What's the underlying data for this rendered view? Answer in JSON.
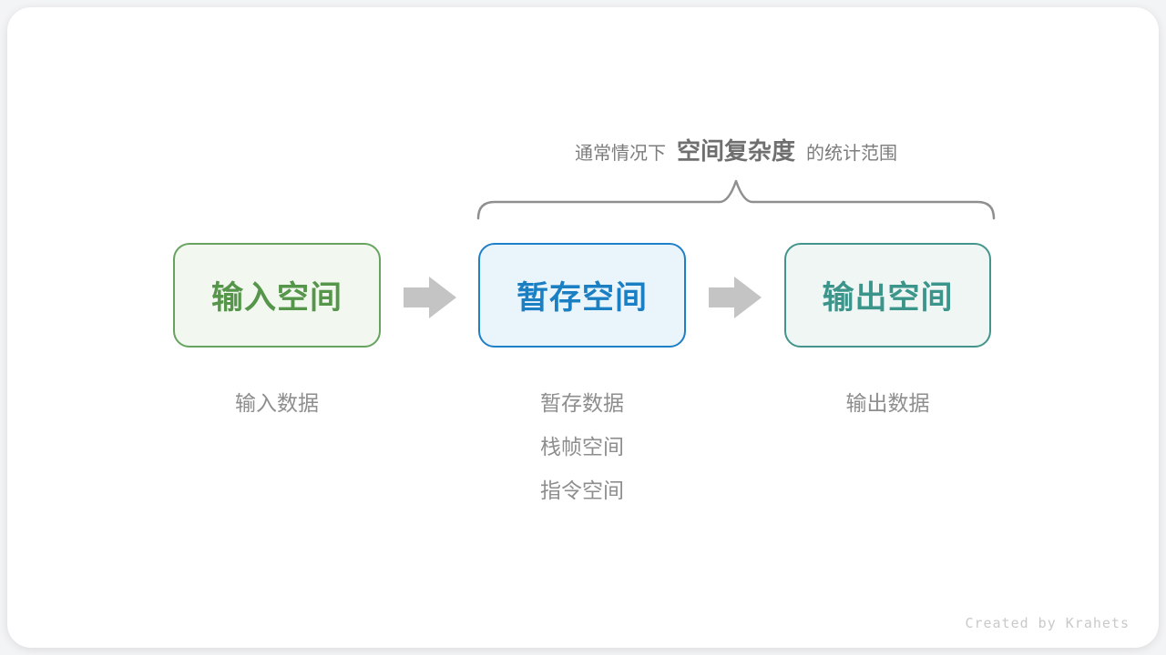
{
  "page": {
    "background_color": "#f3f4f5",
    "card_color": "#ffffff"
  },
  "caption": {
    "prefix": "通常情况下",
    "highlight": "空间复杂度",
    "suffix": "的统计范围",
    "text_color": "#7c7c7c",
    "highlight_color": "#6f6f6f"
  },
  "brace": {
    "color": "#8f8f8f",
    "spans_boxes": [
      "暂存空间",
      "输出空间"
    ]
  },
  "flow": {
    "arrow_color": "#c4c4c4",
    "boxes": [
      {
        "id": "input-space",
        "label": "输入空间",
        "border_color": "#66a35e",
        "text_color": "#55964a",
        "background": "#f2f7f0"
      },
      {
        "id": "temp-space",
        "label": "暂存空间",
        "border_color": "#1e80c7",
        "text_color": "#1b7fc4",
        "background": "#eaf4fb"
      },
      {
        "id": "output-space",
        "label": "输出空间",
        "border_color": "#43948a",
        "text_color": "#3c958a",
        "background": "#eff6f4"
      }
    ],
    "notes": [
      {
        "box": "input-space",
        "lines": [
          "输入数据"
        ]
      },
      {
        "box": "temp-space",
        "lines": [
          "暂存数据",
          "栈帧空间",
          "指令空间"
        ]
      },
      {
        "box": "output-space",
        "lines": [
          "输出数据"
        ]
      }
    ],
    "note_color": "#8e8e8e"
  },
  "footer": {
    "credit": "Created by Krahets"
  }
}
